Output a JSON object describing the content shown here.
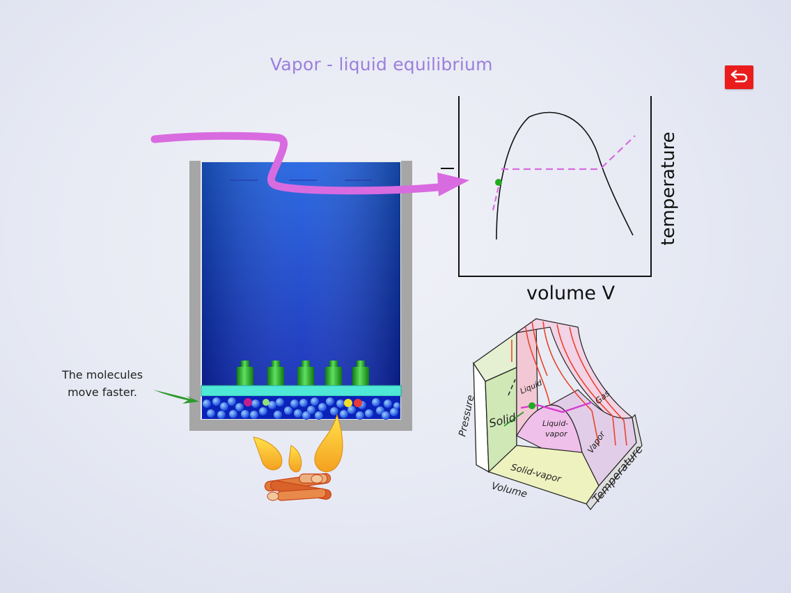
{
  "title": "Vapor - liquid equilibrium",
  "caption": {
    "line1": "The molecules",
    "line2": "move faster."
  },
  "graph": {
    "y_label": "temperature",
    "x_label": "volume V"
  },
  "pvt": {
    "pressure": "Pressure",
    "solid": "Solid",
    "liquid": "Liquid",
    "liquid_vapor_1": "Liquid-",
    "liquid_vapor_2": "vapor",
    "gas": "Gas",
    "vapor": "Vapor",
    "solid_vapor": "Solid-vapor",
    "volume": "Volume",
    "temperature": "Temperature"
  },
  "colors": {
    "title": "#9b7fdc",
    "back_button": "#ea1c1c",
    "annotation_stroke": "#d96be0",
    "state_point": "#22aa22",
    "water_top": "#1c5fe0",
    "water_bottom": "#0a1fb0",
    "piston_plate": "#4fe8d6",
    "weights": "#1ea81e"
  },
  "icons": {
    "back": "return-arrow-icon",
    "fire": "campfire-icon"
  }
}
